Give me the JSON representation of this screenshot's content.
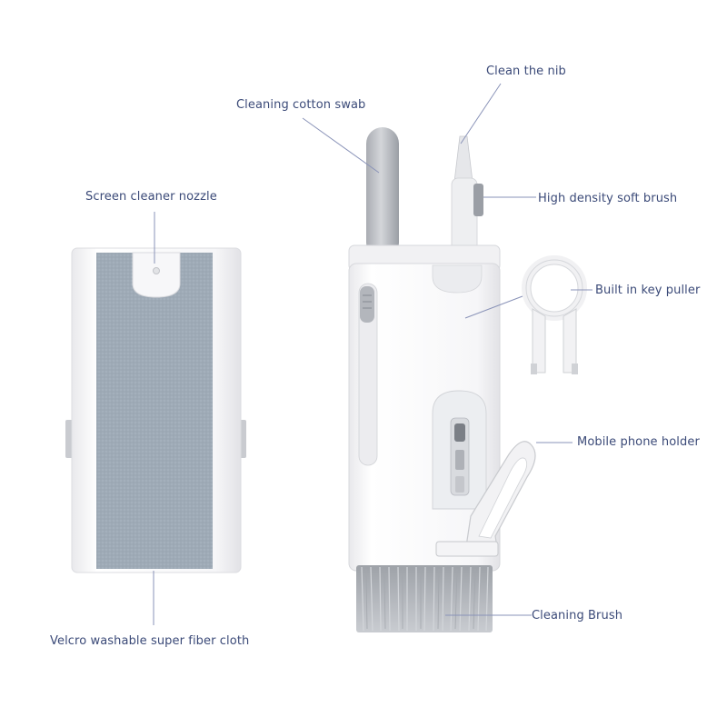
{
  "labels": {
    "clean_nib": "Clean the nib",
    "cotton_swab": "Cleaning cotton swab",
    "screen_nozzle": "Screen cleaner nozzle",
    "soft_brush": "High density soft brush",
    "key_puller": "Built in key puller",
    "phone_holder": "Mobile phone holder",
    "cleaning_brush": "Cleaning Brush",
    "fiber_cloth": "Velcro washable super fiber cloth"
  },
  "colors": {
    "label_text": "#3b4a78",
    "leader_line": "#8a93b8",
    "device_body": "#f4f4f6",
    "cloth": "#9eaab6",
    "bristles": "#b9bcc2"
  }
}
